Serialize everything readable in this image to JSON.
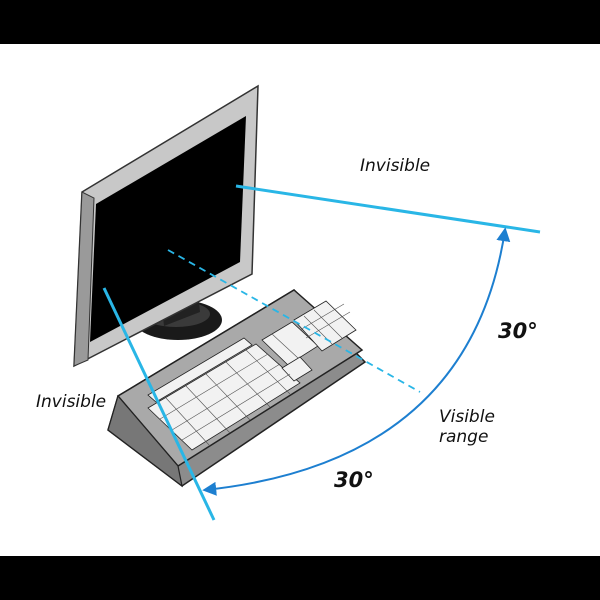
{
  "labels": {
    "invisible_top": "Invisible",
    "invisible_left": "Invisible",
    "visible_line1": "Visible",
    "visible_line2": "range",
    "angle_right": "30°",
    "angle_bottom": "30°"
  },
  "colors": {
    "frame_bar": "#000000",
    "background": "#ffffff",
    "sight_line": "#29b6e6",
    "arc": "#1d7fd0",
    "screen": "#000000",
    "monitor_frame": "#b8b8b8",
    "keyboard_body": "#a9a9a9",
    "keys": "#f2f2f2"
  }
}
